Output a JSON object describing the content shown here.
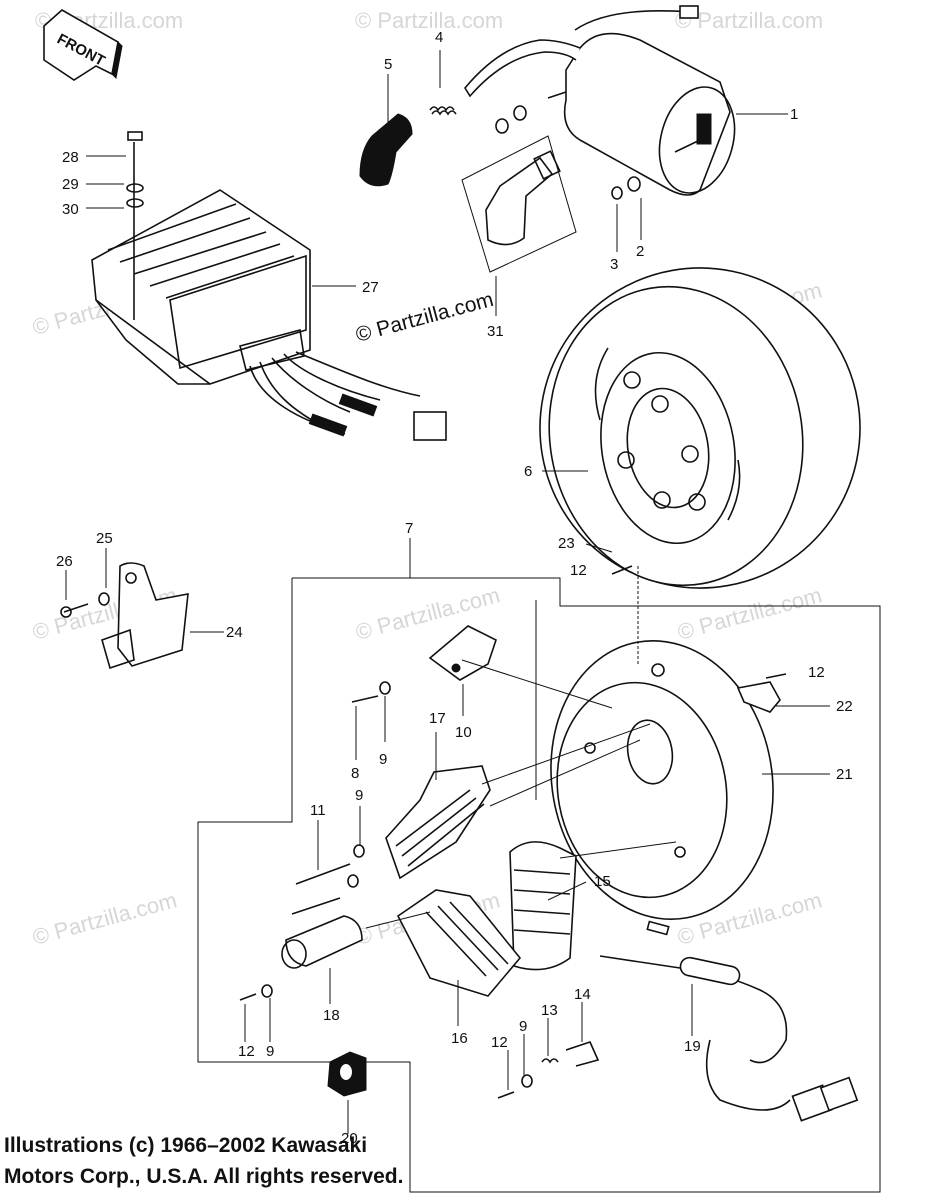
{
  "diagram": {
    "front_label": "FRONT",
    "watermark": "© Partzilla.com",
    "center_watermark": "© Partzilla.com",
    "callouts": [
      "1",
      "2",
      "3",
      "4",
      "5",
      "6",
      "7",
      "8",
      "9",
      "9",
      "9",
      "9",
      "10",
      "11",
      "12",
      "12",
      "12",
      "12",
      "13",
      "14",
      "15",
      "16",
      "17",
      "18",
      "19",
      "20",
      "21",
      "22",
      "23",
      "24",
      "25",
      "26",
      "27",
      "28",
      "29",
      "30",
      "31"
    ]
  },
  "copyright": {
    "line1": "Illustrations (c) 1966–2002 Kawasaki",
    "line2": "Motors Corp., U.S.A.  All rights reserved."
  }
}
